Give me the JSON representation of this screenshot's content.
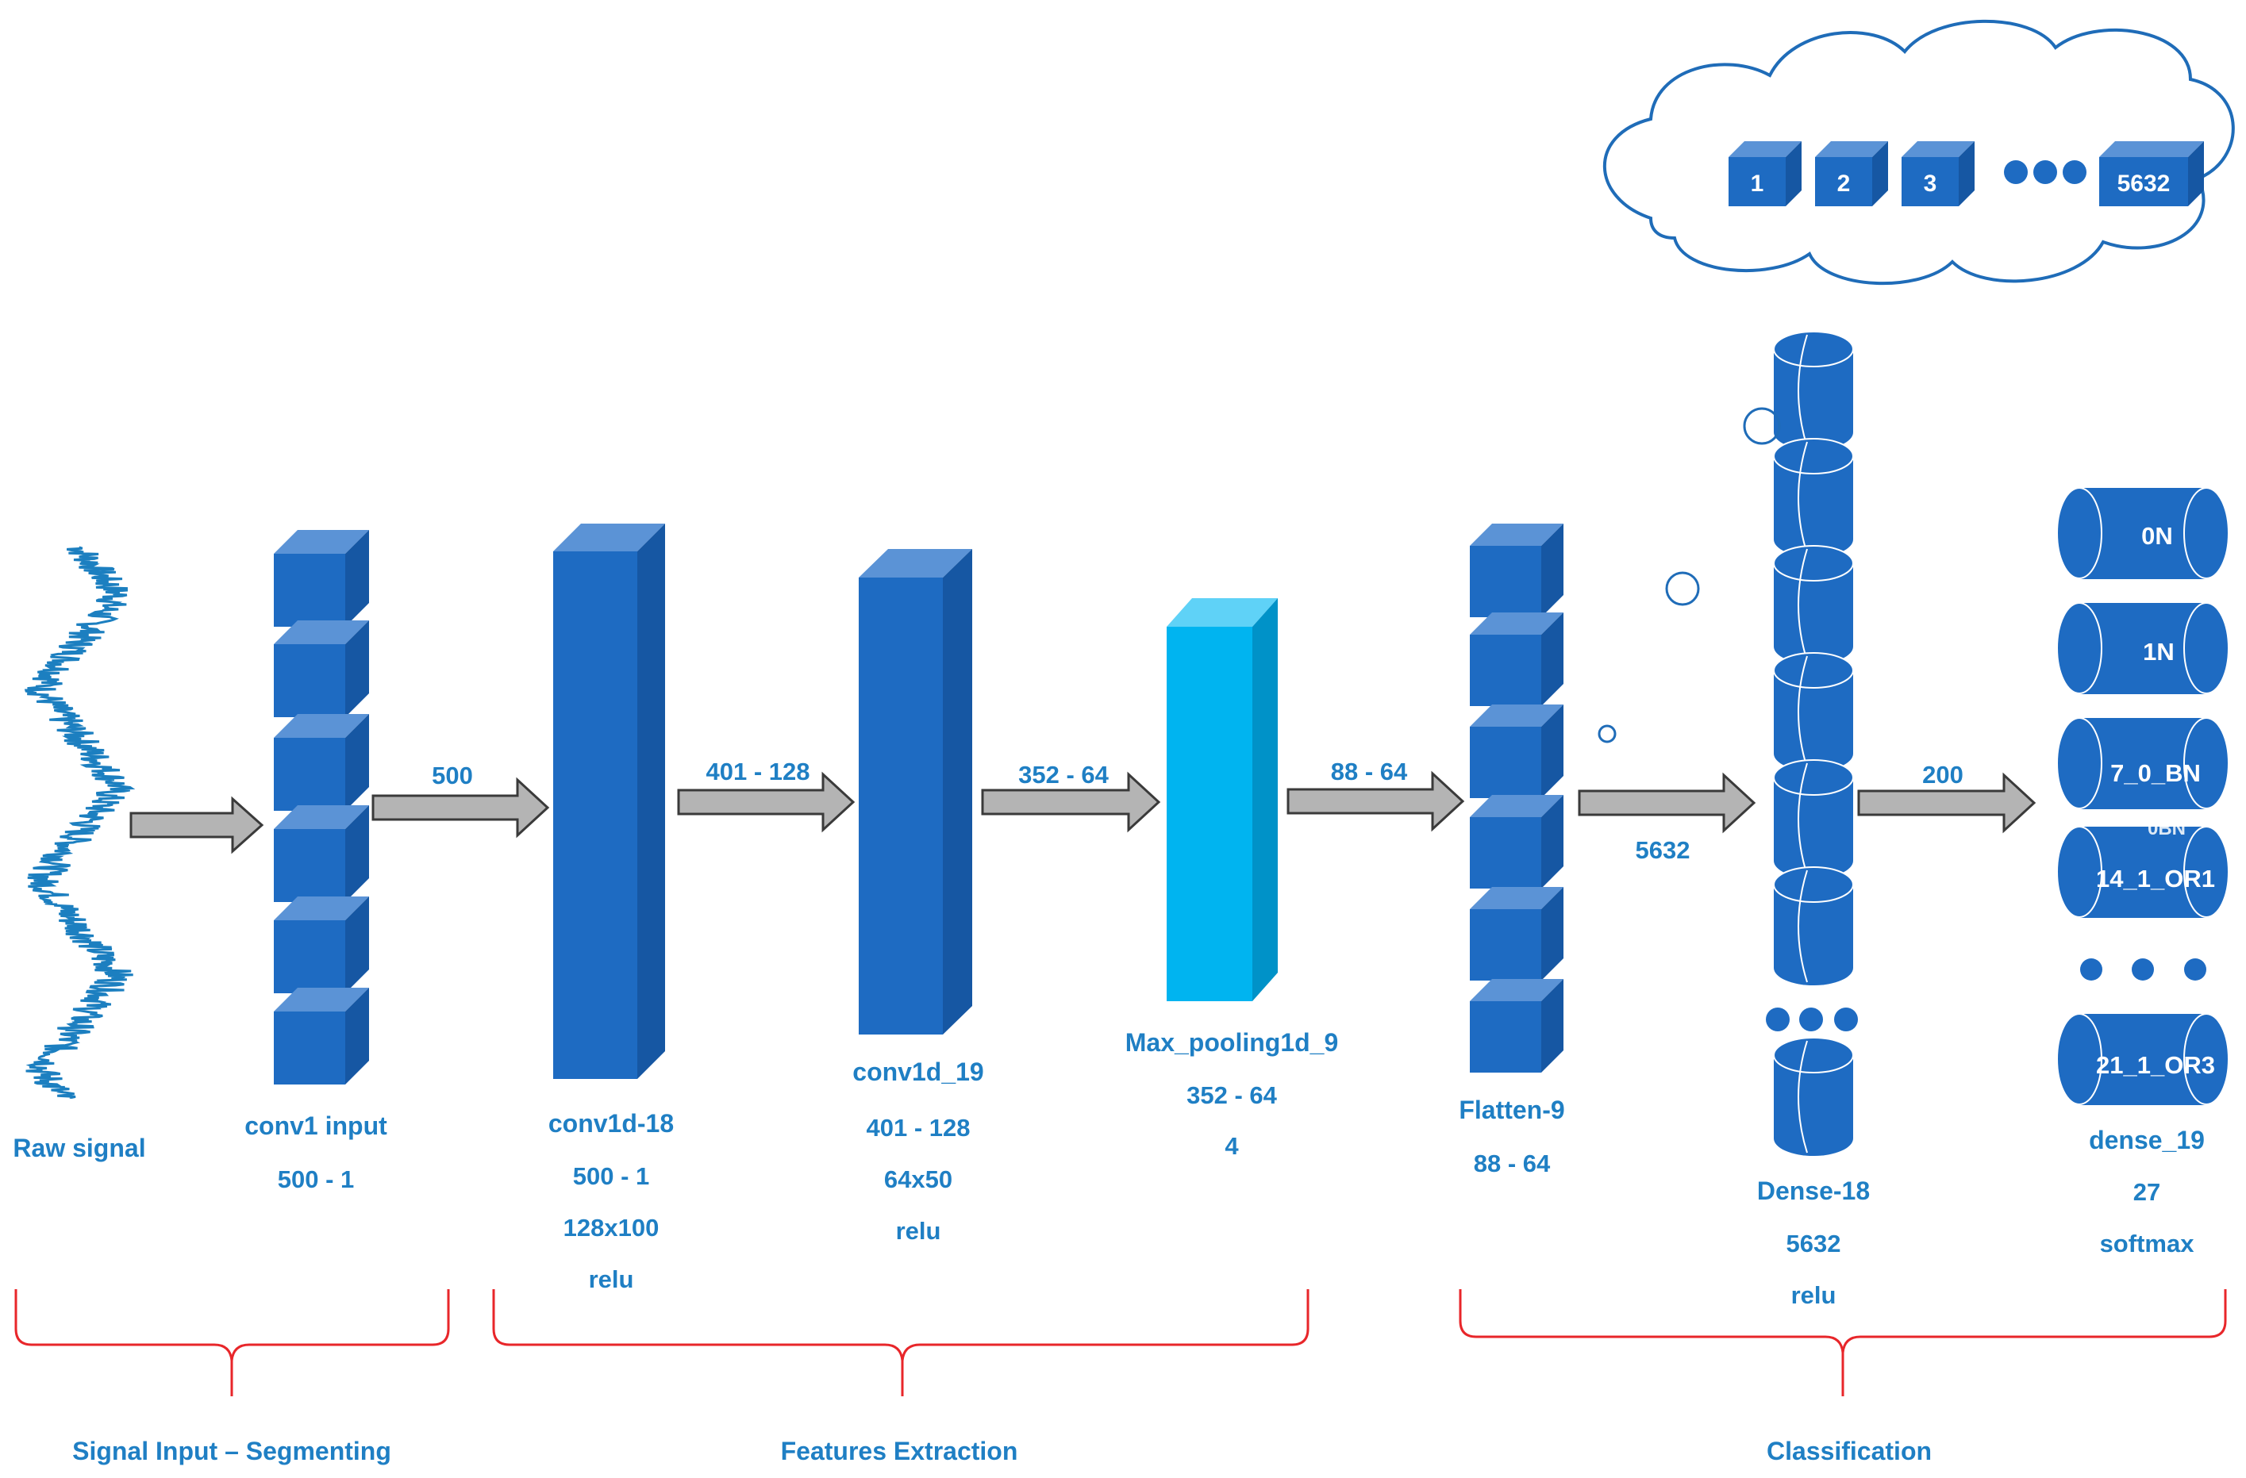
{
  "colors": {
    "block_front": "#1E6BC2",
    "block_top": "#5B93D6",
    "block_side": "#1657A3",
    "pool_front": "#00B4F0",
    "pool_top": "#5FD2F7",
    "pool_side": "#0092C8",
    "arrow_fill": "#B4B4B4",
    "arrow_stroke": "#3A3A3A",
    "label": "#1F7FC4",
    "brace": "#E8262A",
    "signal": "#1C7FC0"
  },
  "signal": {
    "name": "Raw signal"
  },
  "input_layer": {
    "name": "conv1 input",
    "shape": "500 - 1"
  },
  "conv18": {
    "name": "conv1d-18",
    "shape": "500 - 1",
    "kernel": "128x100",
    "activation": "relu"
  },
  "conv19": {
    "name": "conv1d_19",
    "shape": "401 - 128",
    "kernel": "64x50",
    "activation": "relu"
  },
  "pool": {
    "name": "Max_pooling1d_9",
    "shape": "352 - 64",
    "size": "4"
  },
  "flatten": {
    "name": "Flatten-9",
    "shape": "88 - 64"
  },
  "dense18": {
    "name": "Dense-18",
    "units": "5632",
    "activation": "relu"
  },
  "dense19": {
    "name": "dense_19",
    "units": "27",
    "activation": "softmax"
  },
  "arrows": {
    "a2": "500",
    "a3": "401 - 128",
    "a4": "352 - 64",
    "a5": "88 - 64",
    "a6": "5632",
    "a7": "200"
  },
  "cloud": {
    "cubes": [
      "1",
      "2",
      "3",
      "5632"
    ]
  },
  "outputs": {
    "o1": "0N",
    "o2": "1N",
    "o3": "7_0_BN",
    "o3_hidden": "0BN",
    "o4": "14_1_OR1",
    "o5": "21_1_OR3"
  },
  "sections": {
    "s1": "Signal Input – Segmenting",
    "s2": "Features Extraction",
    "s3": "Classification"
  }
}
